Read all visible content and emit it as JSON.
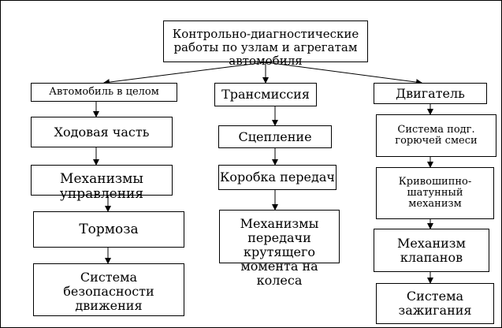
{
  "root": {
    "label": "Контрольно-диагностические\nработы по узлам и агрегатам\nавтомобиля"
  },
  "columns": [
    {
      "id": "col-car",
      "header": "Автомобиль в целом",
      "items": [
        "Ходовая часть",
        "Механизмы\nуправления",
        "Тормоза",
        "Система\nбезопасности\nдвижения"
      ]
    },
    {
      "id": "col-transmission",
      "header": "Трансмиссия",
      "items": [
        "Сцепление",
        "Коробка передач",
        "Механизмы\nпередачи\nкрутящего\nмомента на\nколеса"
      ]
    },
    {
      "id": "col-engine",
      "header": "Двигатель",
      "items": [
        "Система подг.\nгорючей смеси",
        "Кривошипно-\nшатунный\nмеханизм",
        "Механизм\nклапанов",
        "Система\nзажигания"
      ]
    }
  ],
  "colors": {
    "line": "#000000",
    "box_fill": "#ffffff",
    "background": "#ffffff"
  }
}
